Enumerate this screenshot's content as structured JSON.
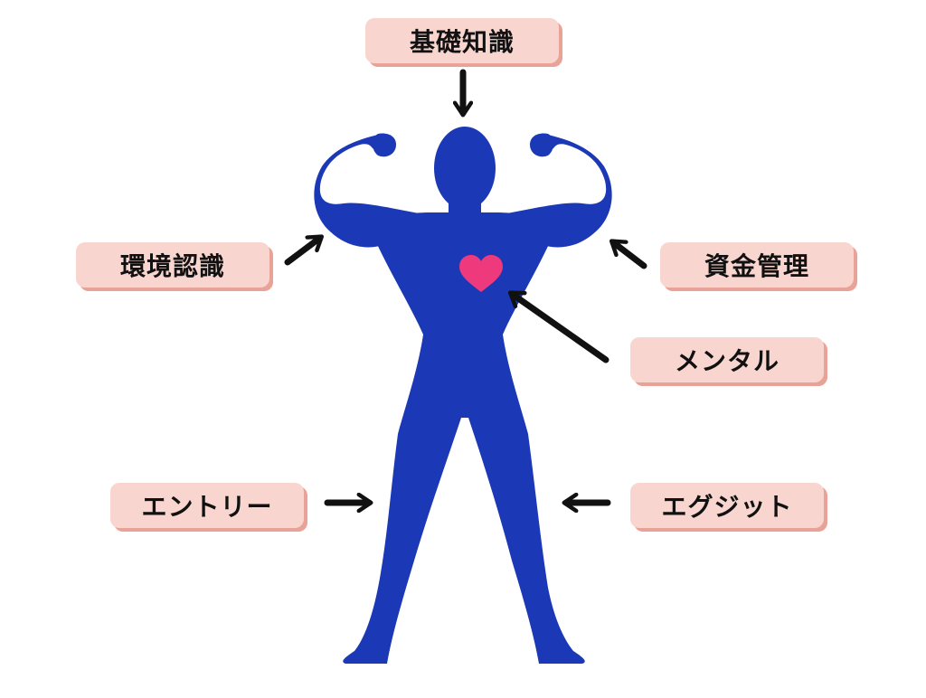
{
  "labels": {
    "top": "基礎知識",
    "left_upper": "環境認識",
    "right_upper": "資金管理",
    "right_middle": "メンタル",
    "left_lower": "エントリー",
    "right_lower": "エグジット"
  },
  "colors": {
    "figure": "#1b38b6",
    "heart": "#ee3a7c",
    "label_background": "#f8d5cf",
    "label_shadow": "#e8a297",
    "arrow": "#111111"
  },
  "icons": [
    "muscular-figure-icon",
    "heart-icon",
    "arrow-icon"
  ]
}
